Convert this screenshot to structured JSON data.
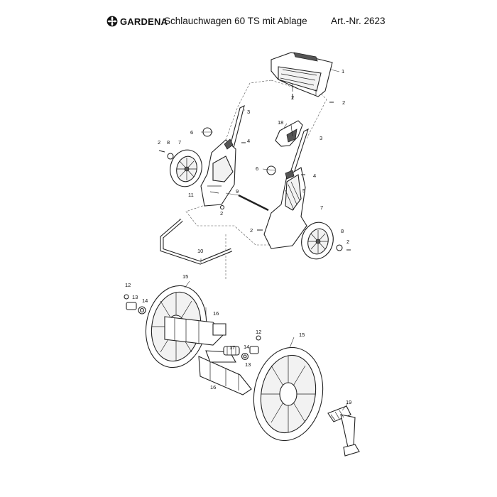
{
  "header": {
    "brand": "GARDENA",
    "title": "Schlauchwagen 60 TS mit Ablage",
    "article_number": "Art.-Nr. 2623"
  },
  "icons": {
    "logo": "gardena-flower-logo"
  },
  "part_labels": {
    "p1": "1",
    "p2a": "2",
    "p2b": "2",
    "p2c": "2",
    "p2d": "2",
    "p2e": "2",
    "p2f": "2",
    "p3a": "3",
    "p3b": "3",
    "p4a": "4",
    "p4b": "4",
    "p5": "5",
    "p6a": "6",
    "p6b": "6",
    "p7a": "7",
    "p7b": "7",
    "p8a": "8",
    "p8b": "8",
    "p9": "9",
    "p10": "10",
    "p11": "11",
    "p12a": "12",
    "p12b": "12",
    "p13a": "13",
    "p13b": "13",
    "p14a": "14",
    "p14b": "14",
    "p15a": "15",
    "p15b": "15",
    "p16a": "16",
    "p16b": "16",
    "p17": "17",
    "p18": "18",
    "p19": "19"
  }
}
